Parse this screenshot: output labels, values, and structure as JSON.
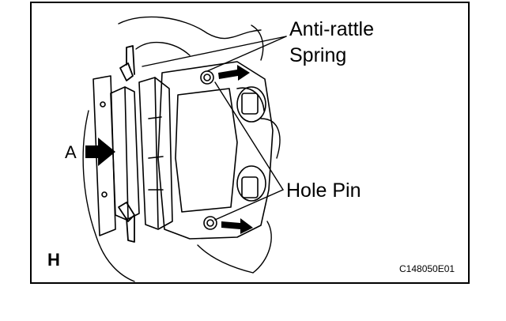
{
  "figure": {
    "labels": {
      "anti_rattle_line1": "Anti-rattle",
      "anti_rattle_line2": "Spring",
      "hole_pin": "Hole Pin",
      "view_a": "A",
      "corner_letter": "H",
      "figure_code": "C148050E01"
    },
    "colors": {
      "line": "#000000",
      "background": "#ffffff"
    }
  }
}
